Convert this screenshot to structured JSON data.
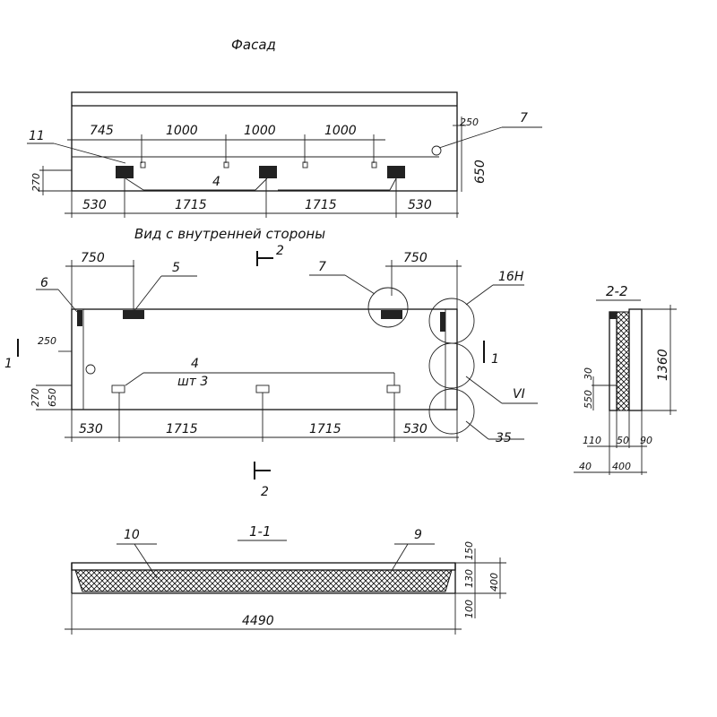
{
  "titles": {
    "facade": "Фасад",
    "inner_view": "Вид с внутренней стороны",
    "section_1": "1-1",
    "section_2": "2-2"
  },
  "facade": {
    "dims_top": [
      "745",
      "1000",
      "1000",
      "1000"
    ],
    "dim_250": "250",
    "dim_650": "650",
    "dim_270": "270",
    "dims_bottom": [
      "530",
      "1715",
      "1715",
      "530"
    ],
    "labels": {
      "l11": "11",
      "l4": "4",
      "l7": "7"
    }
  },
  "inner": {
    "dim_750_left": "750",
    "dim_750_right": "750",
    "dim_250": "250",
    "dim_270": "270",
    "dim_650": "650",
    "dims_bottom": [
      "530",
      "1715",
      "1715",
      "530"
    ],
    "labels": {
      "l5": "5",
      "l6": "6",
      "l7": "7",
      "l16n": "16Н",
      "l4": "4",
      "l4_sub": "шт 3",
      "l1_left": "1",
      "l1_right": "1",
      "lVI": "VI",
      "l35": "35",
      "cut2_top": "2",
      "cut2_bot": "2"
    }
  },
  "section11": {
    "labels": {
      "l10": "10",
      "l9": "9"
    },
    "dims": {
      "d150": "150",
      "d130": "130",
      "d400": "400",
      "d100": "100",
      "d4490": "4490"
    }
  },
  "section22": {
    "dims": {
      "d1360": "1360",
      "d30": "30",
      "d550": "550",
      "d110": "110",
      "d50": "50",
      "d90": "90",
      "d40": "40",
      "d400": "400"
    }
  }
}
